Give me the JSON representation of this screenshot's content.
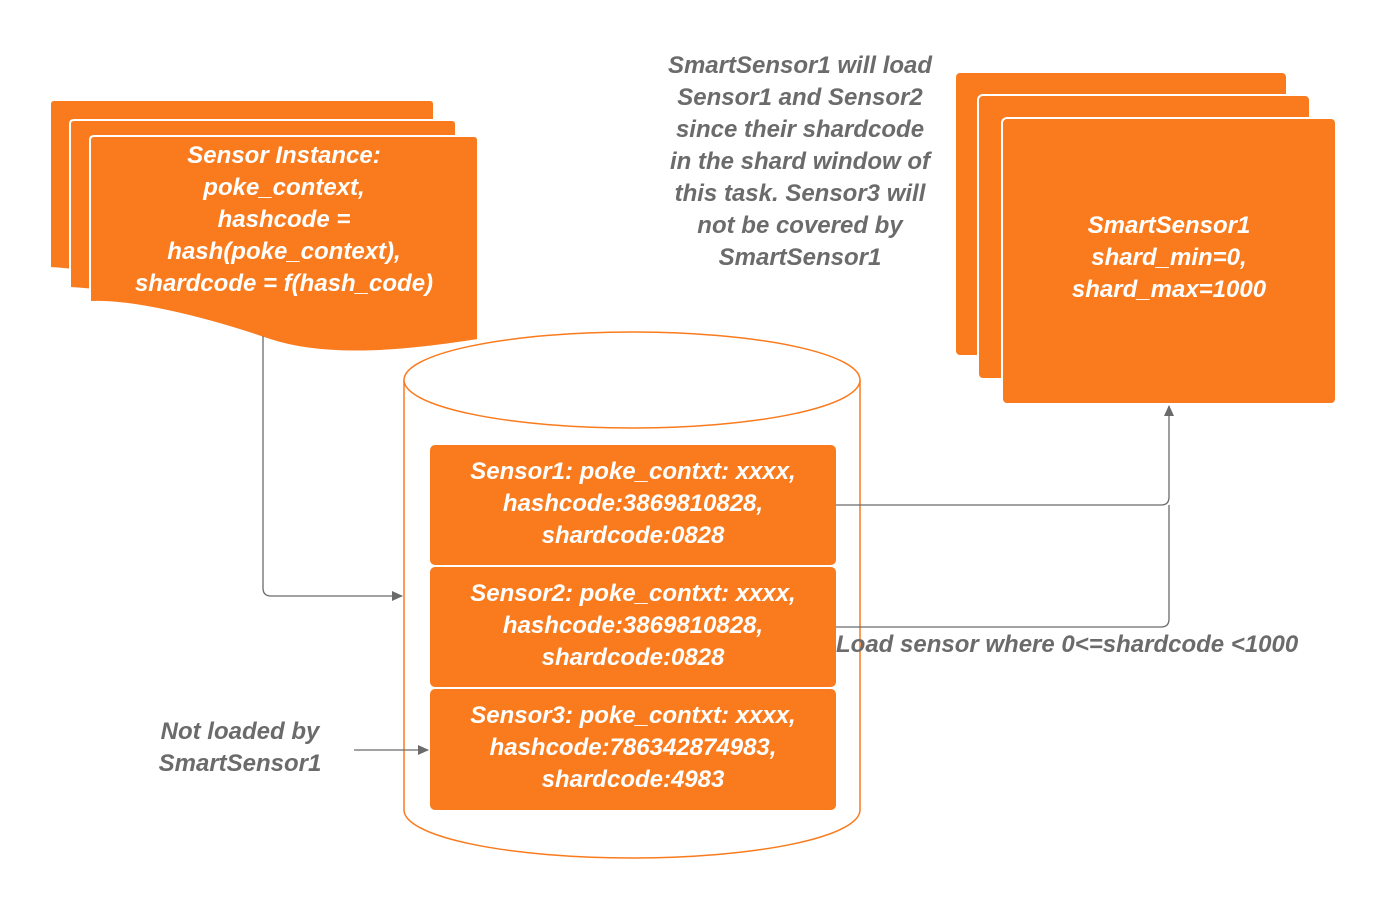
{
  "colors": {
    "accent": "#f97b1d",
    "note_text": "#6b6b6b",
    "connector": "#6b6b6b",
    "box_text": "#ffffff",
    "background": "#ffffff"
  },
  "sensor_instance": {
    "text": "Sensor Instance:\npoke_context,\nhashcode =\nhash(poke_context),\nshardcode =  f(hash_code)"
  },
  "smart_sensor": {
    "text": "SmartSensor1\nshard_min=0,\nshard_max=1000"
  },
  "explanation": {
    "text": "SmartSensor1 will load\nSensor1 and Sensor2\nsince their shardcode\nin the shard window of\nthis task. Sensor3 will\nnot be covered by\nSmartSensor1"
  },
  "database": {
    "rows": [
      {
        "text": "Sensor1: poke_contxt: xxxx,\nhashcode:3869810828,\nshardcode:0828"
      },
      {
        "text": "Sensor2: poke_contxt: xxxx,\nhashcode:3869810828,\nshardcode:0828"
      },
      {
        "text": "Sensor3: poke_contxt: xxxx,\nhashcode:786342874983,\nshardcode:4983"
      }
    ]
  },
  "labels": {
    "load_condition": "Load sensor where 0<=shardcode <1000",
    "not_loaded": "Not loaded by\nSmartSensor1"
  }
}
